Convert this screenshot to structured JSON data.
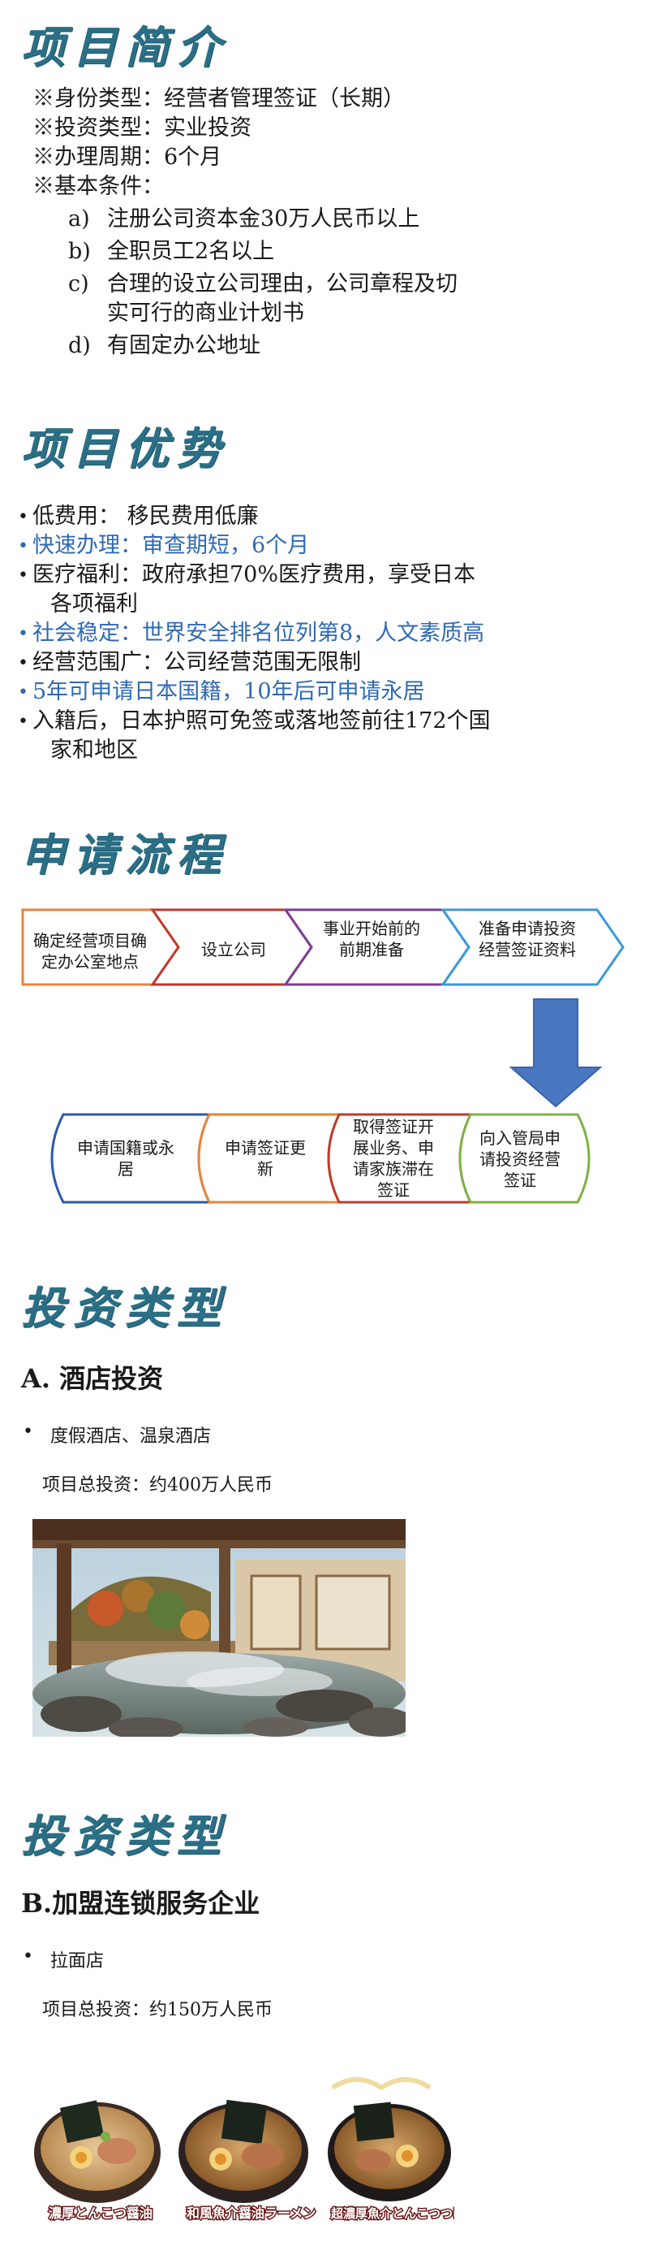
{
  "intro": {
    "title": "项目简介",
    "items": [
      "※身份类型：经营者管理签证（长期）",
      "※投资类型：实业投资",
      "※办理周期：6个月",
      "※基本条件："
    ],
    "conditions": [
      {
        "mark": "a)",
        "text": "注册公司资本金30万人民币以上"
      },
      {
        "mark": "b)",
        "text": "全职员工2名以上"
      },
      {
        "mark": "c)",
        "text": "合理的设立公司理由，公司章程及切"
      },
      {
        "mark": "",
        "text": "实可行的商业计划书"
      },
      {
        "mark": "d)",
        "text": "有固定办公地址"
      }
    ]
  },
  "advantages": {
    "title": "项目优势",
    "items": [
      {
        "text": "低费用：    移民费用低廉",
        "color": "#1a1a1a"
      },
      {
        "text": "快速办理：审查期短，6个月",
        "color": "#2f69b5"
      },
      {
        "text": "医疗福利：政府承担70%医疗费用，享受日本",
        "color": "#1a1a1a"
      },
      {
        "text": "各项福利",
        "color": "#1a1a1a",
        "continuation": true
      },
      {
        "text": "社会稳定：世界安全排名位列第8，人文素质高",
        "color": "#2f69b5"
      },
      {
        "text": "经营范围广：公司经营范围无限制",
        "color": "#1a1a1a"
      },
      {
        "text": "5年可申请日本国籍，10年后可申请永居",
        "color": "#2f69b5"
      },
      {
        "text": "入籍后，日本护照可免签或落地签前往172个国",
        "color": "#1a1a1a"
      },
      {
        "text": "家和地区",
        "color": "#1a1a1a",
        "continuation": true
      }
    ]
  },
  "process": {
    "title": "申请流程",
    "row1": [
      {
        "text": "确定经营项目确定办公室地点",
        "color": "#e8833a"
      },
      {
        "text": "设立公司",
        "color": "#c0392b"
      },
      {
        "text": "事业开始前的前期准备",
        "color": "#7d3c98"
      },
      {
        "text": "准备申请投资经营签证资料",
        "color": "#3a9ad9"
      }
    ],
    "row2": [
      {
        "text": "申请国籍或永居",
        "color": "#2e5aa8"
      },
      {
        "text": "申请签证更新",
        "color": "#e8833a"
      },
      {
        "text": "取得签证开展业务、申请家族滞在签证",
        "color": "#c0392b"
      },
      {
        "text": "向入管局申请投资经营签证",
        "color": "#7cb342"
      }
    ],
    "arrow_color": "#4a78c0"
  },
  "invest_a": {
    "title": "投资类型",
    "subtitle": "A.  酒店投资",
    "bullet": "度假酒店、温泉酒店",
    "total": "项目总投资：约400万人民币",
    "image_icon": "onsen-photo"
  },
  "invest_b": {
    "title": "投资类型",
    "subtitle": "B.加盟连锁服务企业",
    "bullet": "拉面店",
    "total": "项目总投资：约150万人民币",
    "image_icon": "ramen-photo",
    "ramen_labels": [
      "濃厚とんこつ醤油",
      "和風魚介醤油ラーメン",
      "超濃厚魚介とんこつつけ麺"
    ]
  }
}
